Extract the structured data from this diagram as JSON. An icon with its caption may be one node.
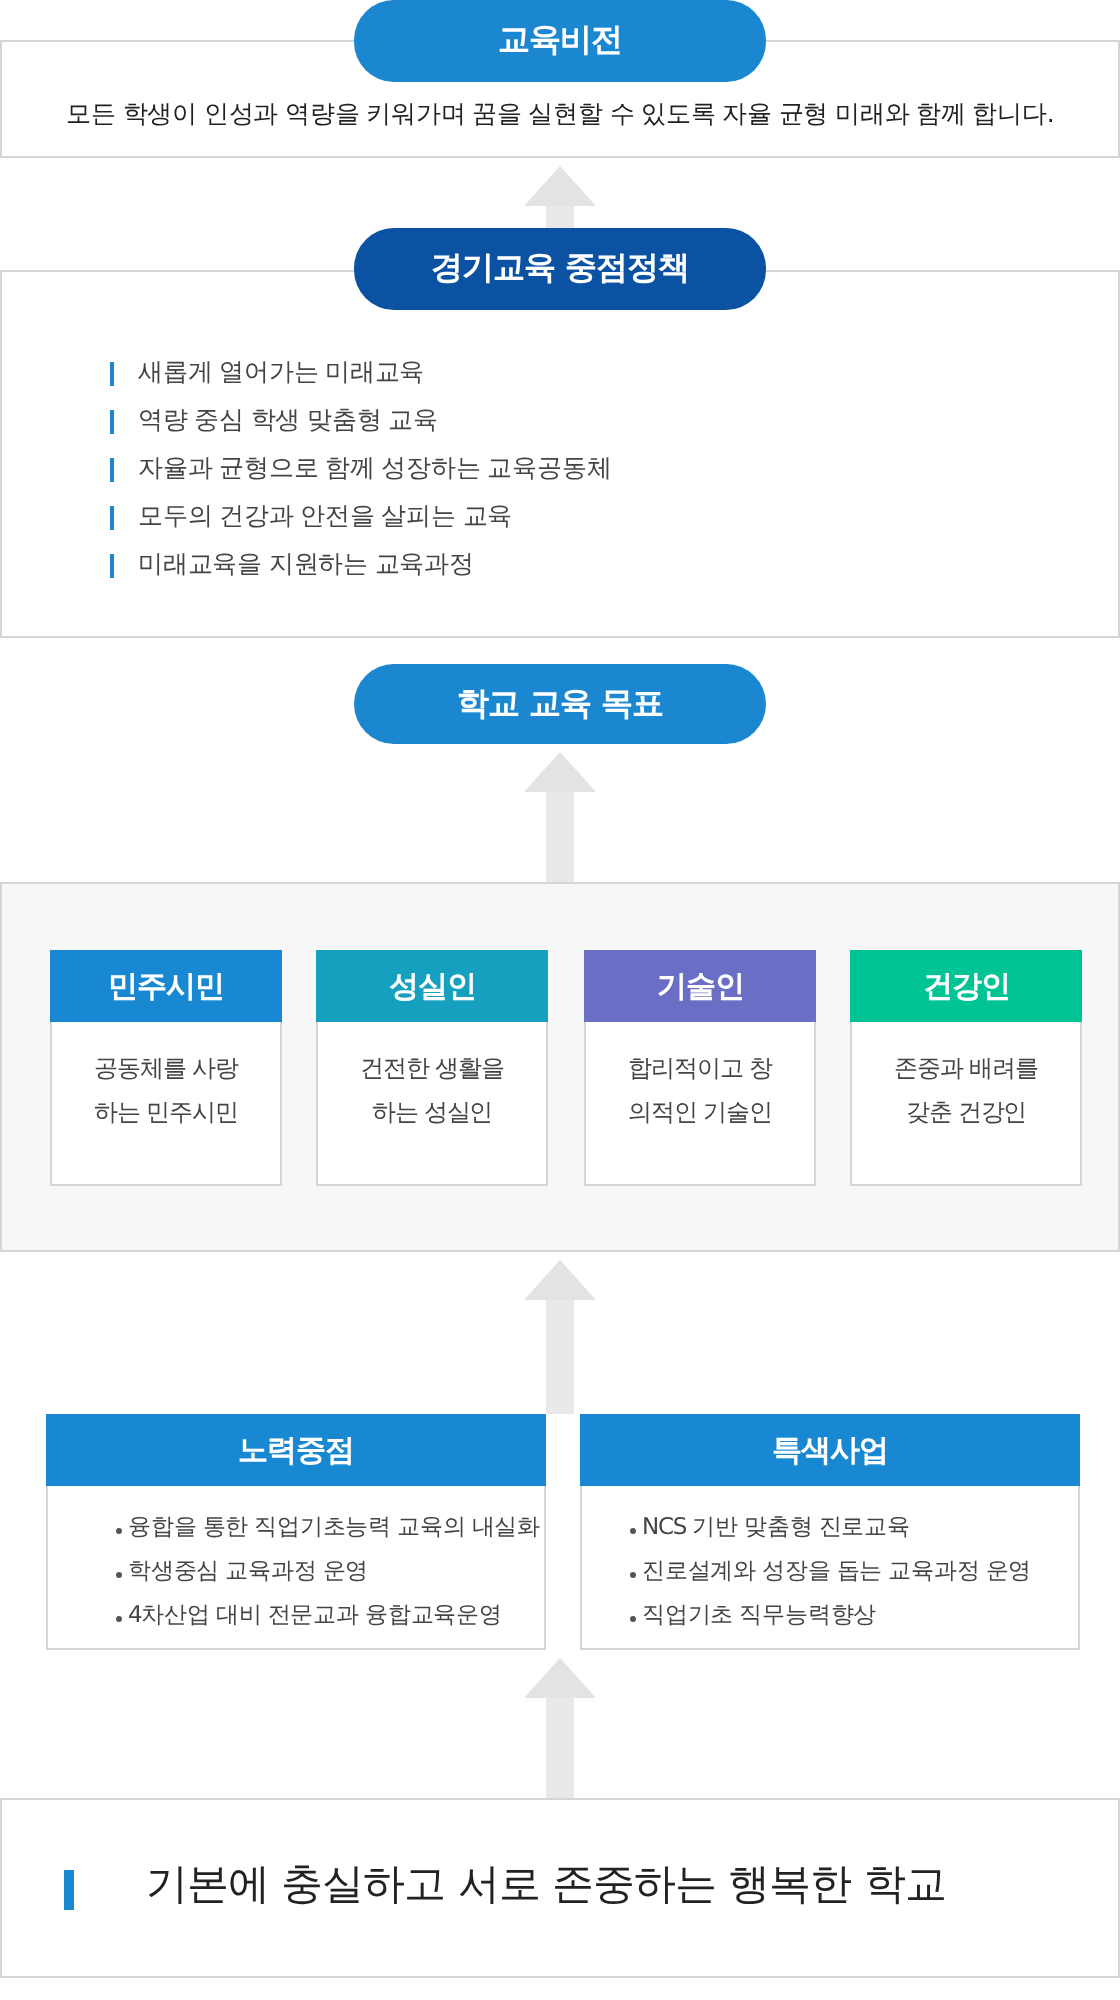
{
  "diagram": {
    "nodes": [
      {
        "text": [
          "교육비전",
          "모든 학생이 인성과 역량을 키워가며 꿈을 실현할 수 있도록 자율 균형 미래와 함께 합니다."
        ]
      },
      {
        "text": [
          "경기교육 중점정책",
          "새롭게 열어가는 미래교육",
          "역량 중심 학생 맞춤형 교육",
          "자율과 균형으로 함께 성장하는 교육공동체",
          "모두의 건강과 안전을 살피는 교육",
          "미래교육을 지원하는 교육과정"
        ]
      },
      {
        "text": [
          "학교 교육 목표"
        ]
      },
      {
        "text": [],
        "shape": "box"
      },
      {
        "text": [
          "민주시민",
          "공동체를 사랑하는 민주시민"
        ],
        "in": 3
      },
      {
        "text": [
          "성실인",
          "건전한 생활을 하는 성실인"
        ],
        "in": 3
      },
      {
        "text": [
          "기술인",
          "합리적이고 창의적인 기술인"
        ],
        "in": 3
      },
      {
        "text": [
          "건강인",
          "존중과 배려를 갖춘 건강인"
        ],
        "in": 3
      },
      {
        "text": [
          "노력중점",
          "융합을 통한 직업기초능력 교육의 내실화",
          "학생중심 교육과정 운영",
          "4차산업 대비 전문교과 융합교육운영"
        ]
      },
      {
        "text": [
          "특색사업",
          "NCS 기반 맞춤형 진로교육",
          "진로설계와 성장을 돕는 교육과정 운영",
          "직업기초 직무능력향상"
        ]
      },
      {
        "text": [
          "기본에 충실하고 서로 존중하는 행복한 학교"
        ]
      }
    ],
    "edges": [
      {
        "from": 1,
        "to": 0,
        "arrow": "to"
      },
      {
        "from": 3,
        "to": 2,
        "arrow": "to"
      },
      {
        "from": 8,
        "to": 3,
        "arrow": "to"
      },
      {
        "from": 9,
        "to": 3,
        "arrow": "to"
      },
      {
        "from": 10,
        "to": 8,
        "arrow": "to"
      },
      {
        "from": 10,
        "to": 9,
        "arrow": "to"
      }
    ]
  }
}
